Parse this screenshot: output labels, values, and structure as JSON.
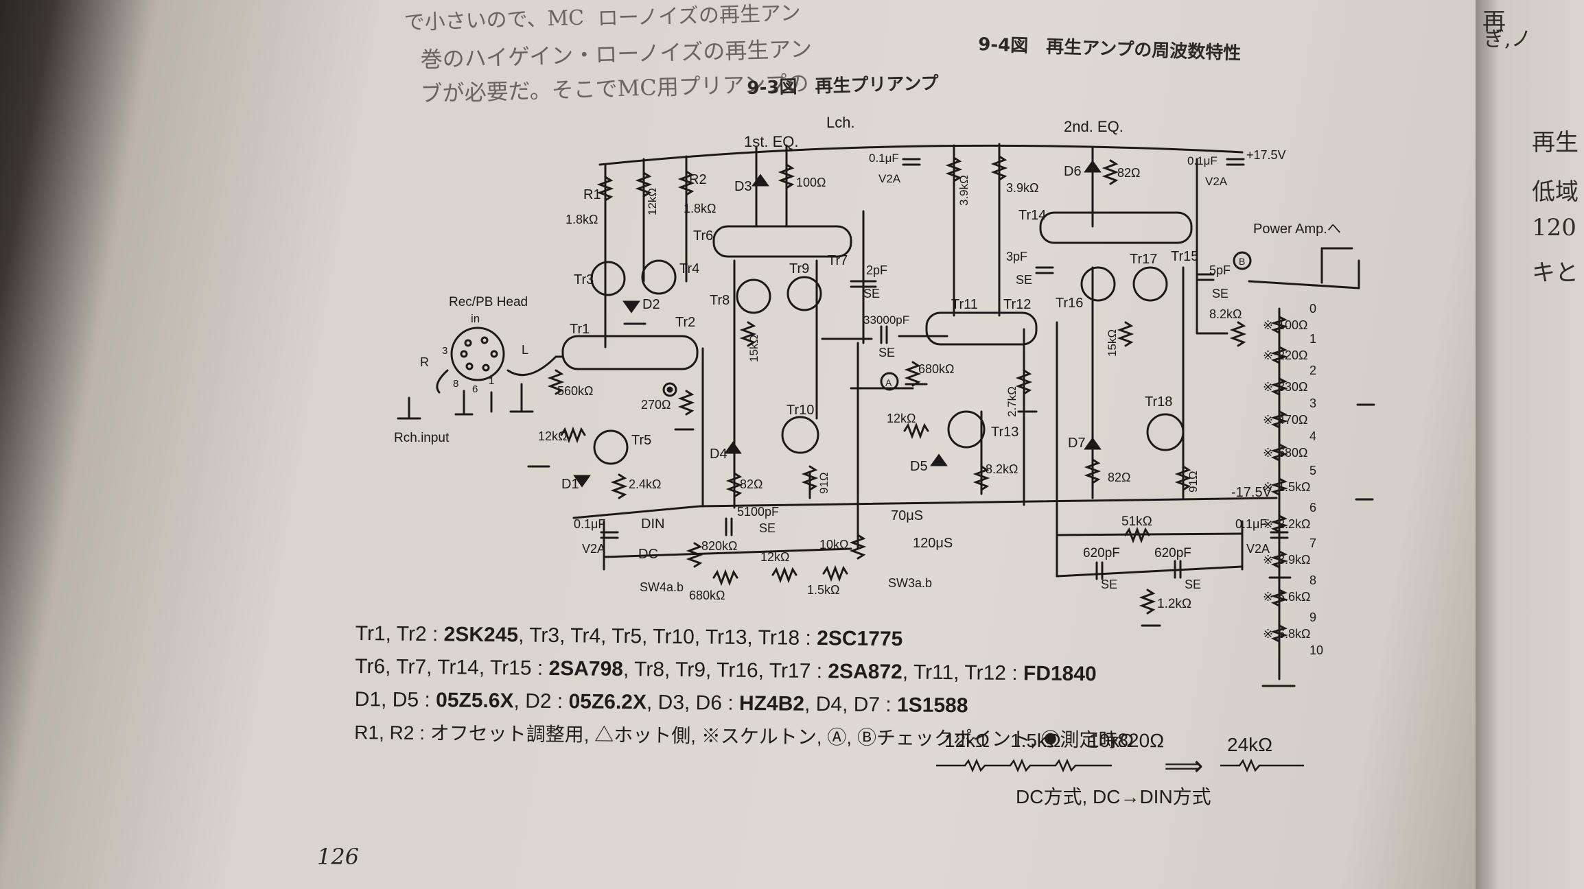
{
  "book": {
    "top_text_line1": "で小さいので、MC",
    "top_text_line1b": "ローノイズの再生アン",
    "top_text_line2": "巻のハイゲイン・ローノイズの再生アン",
    "top_text_line2b": "ブが必要だ。そこでMC用プリアンプの",
    "right_page_chars": [
      "再",
      "ぎ,ノ",
      "再生",
      "低域",
      "120",
      "キと"
    ],
    "page_number": "126"
  },
  "captions": {
    "fig_9_4": "9-4図　再生アンプの周波数特性",
    "fig_9_3": "9-3図　再生プリアンプ"
  },
  "schematic": {
    "channel": "Lch.",
    "stage1": "1st. EQ.",
    "stage2": "2nd. EQ.",
    "supply_pos": "+17.5V",
    "supply_neg": "-17.5V",
    "power_amp": "Power Amp.へ",
    "head": "Rec/PB Head",
    "head_in": "in",
    "head_R": "R",
    "head_L": "L",
    "pin3": "3",
    "pin8": "8",
    "pin6": "6",
    "pin1": "1",
    "rch_input": "Rch.input",
    "tr1": "Tr1",
    "tr2": "Tr2",
    "tr3": "Tr3",
    "tr4": "Tr4",
    "tr5": "Tr5",
    "tr6": "Tr6",
    "tr7": "Tr7",
    "tr8": "Tr8",
    "tr9": "Tr9",
    "tr10": "Tr10",
    "tr11": "Tr11",
    "tr12": "Tr12",
    "tr13": "Tr13",
    "tr14": "Tr14",
    "tr15": "Tr15",
    "tr16": "Tr16",
    "tr17": "Tr17",
    "tr18": "Tr18",
    "d1": "D1",
    "d2": "D2",
    "d3": "D3",
    "d4": "D4",
    "d5": "D5",
    "d6": "D6",
    "d7": "D7",
    "r1": "R1",
    "r2": "R2",
    "r_1k8a": "1.8kΩ",
    "r_12k_a": "12kΩ",
    "r_1k8b": "1.8kΩ",
    "r_100": "100Ω",
    "r_560k": "560kΩ",
    "r_270": "270Ω",
    "r_12k_b": "12kΩ",
    "r_2k4": "2.4kΩ",
    "r_15k_a": "15kΩ",
    "r_82_a": "82Ω",
    "r_91_a": "91Ω",
    "c_2p": "2pF",
    "se_a": "SE",
    "c_33000p": "33000pF",
    "se_b": "SE",
    "r_680k_a": "680kΩ",
    "r_12k_c": "12kΩ",
    "r_8k2_a": "8.2kΩ",
    "r_2k7": "2.7kΩ",
    "c_01u_a": "0.1μF",
    "v2a_a": "V2A",
    "r_3k9_a": "3.9kΩ",
    "r_3k9_b": "3.9kΩ",
    "r_82_b": "82Ω",
    "c_01u_b": "0.1μF",
    "v2a_b": "V2A",
    "c_3p": "3pF",
    "se_c": "SE",
    "r_15k_b": "15kΩ",
    "c_5p": "5pF",
    "se_d": "SE",
    "r_8k2_b": "8.2kΩ",
    "r_82_c": "82Ω",
    "r_91_b": "91Ω",
    "c_01u_c": "0.1μF",
    "v2a_c": "V2A",
    "sw_din": "DIN",
    "sw_dc": "DC",
    "c_5100p": "5100pF",
    "se_e": "SE",
    "r_820k": "820kΩ",
    "r_12k_d": "12kΩ",
    "r_10k": "10kΩ",
    "r_680k_b": "680kΩ",
    "r_1k5": "1.5kΩ",
    "sw4": "SW4a.b",
    "sw3": "SW3a.b",
    "t70": "70μS",
    "t120": "120μS",
    "r_51k": "51kΩ",
    "c_620p_a": "620pF",
    "c_620p_b": "620pF",
    "se_f": "SE",
    "se_g": "SE",
    "r_1k2": "1.2kΩ",
    "c_01u_d": "0.1μF",
    "v2a_d": "V2A",
    "check_a": "A",
    "check_b": "B",
    "ladder": [
      {
        "pos": "0",
        "value": "100Ω"
      },
      {
        "pos": "1",
        "value": "220Ω"
      },
      {
        "pos": "2",
        "value": "330Ω"
      },
      {
        "pos": "3",
        "value": "470Ω"
      },
      {
        "pos": "4",
        "value": "680Ω"
      },
      {
        "pos": "5",
        "value": "1.5kΩ"
      },
      {
        "pos": "6",
        "value": "2.2kΩ"
      },
      {
        "pos": "7",
        "value": "3.9kΩ"
      },
      {
        "pos": "8",
        "value": "5.6kΩ"
      },
      {
        "pos": "9",
        "value": "6.8kΩ"
      },
      {
        "pos": "10",
        "value": ""
      }
    ],
    "ladder_mark": "※"
  },
  "legend": {
    "l1_a": "Tr1, Tr2 : ",
    "l1_b": "2SK245",
    "l1_c": ", Tr3, Tr4, Tr5, Tr10, Tr13, Tr18 : ",
    "l1_d": "2SC1775",
    "l2_a": "Tr6, Tr7, Tr14, Tr15 : ",
    "l2_b": "2SA798",
    "l2_c": ", Tr8, Tr9, Tr16, Tr17 : ",
    "l2_d": "2SA872",
    "l2_e": ", Tr11, Tr12 : ",
    "l2_f": "FD1840",
    "l3_a": "D1, D5 : ",
    "l3_b": "05Z5.6X",
    "l3_c": ", D2 : ",
    "l3_d": "05Z6.2X",
    "l3_e": ", D3, D6 : ",
    "l3_f": "HZ4B2",
    "l3_g": ", D4, D7 : ",
    "l3_h": "1S1588",
    "l4": "R1, R2 : オフセット調整用, △ホット側, ※スケルトン, Ⓐ, Ⓑチェックポイント, ◉測定時820Ω"
  },
  "formula": {
    "r1": "12kΩ",
    "r2": "1.5kΩ",
    "r3": "10kΩ",
    "arrow": "⟹",
    "result": "24kΩ",
    "note": "DC方式, DC→DIN方式"
  }
}
